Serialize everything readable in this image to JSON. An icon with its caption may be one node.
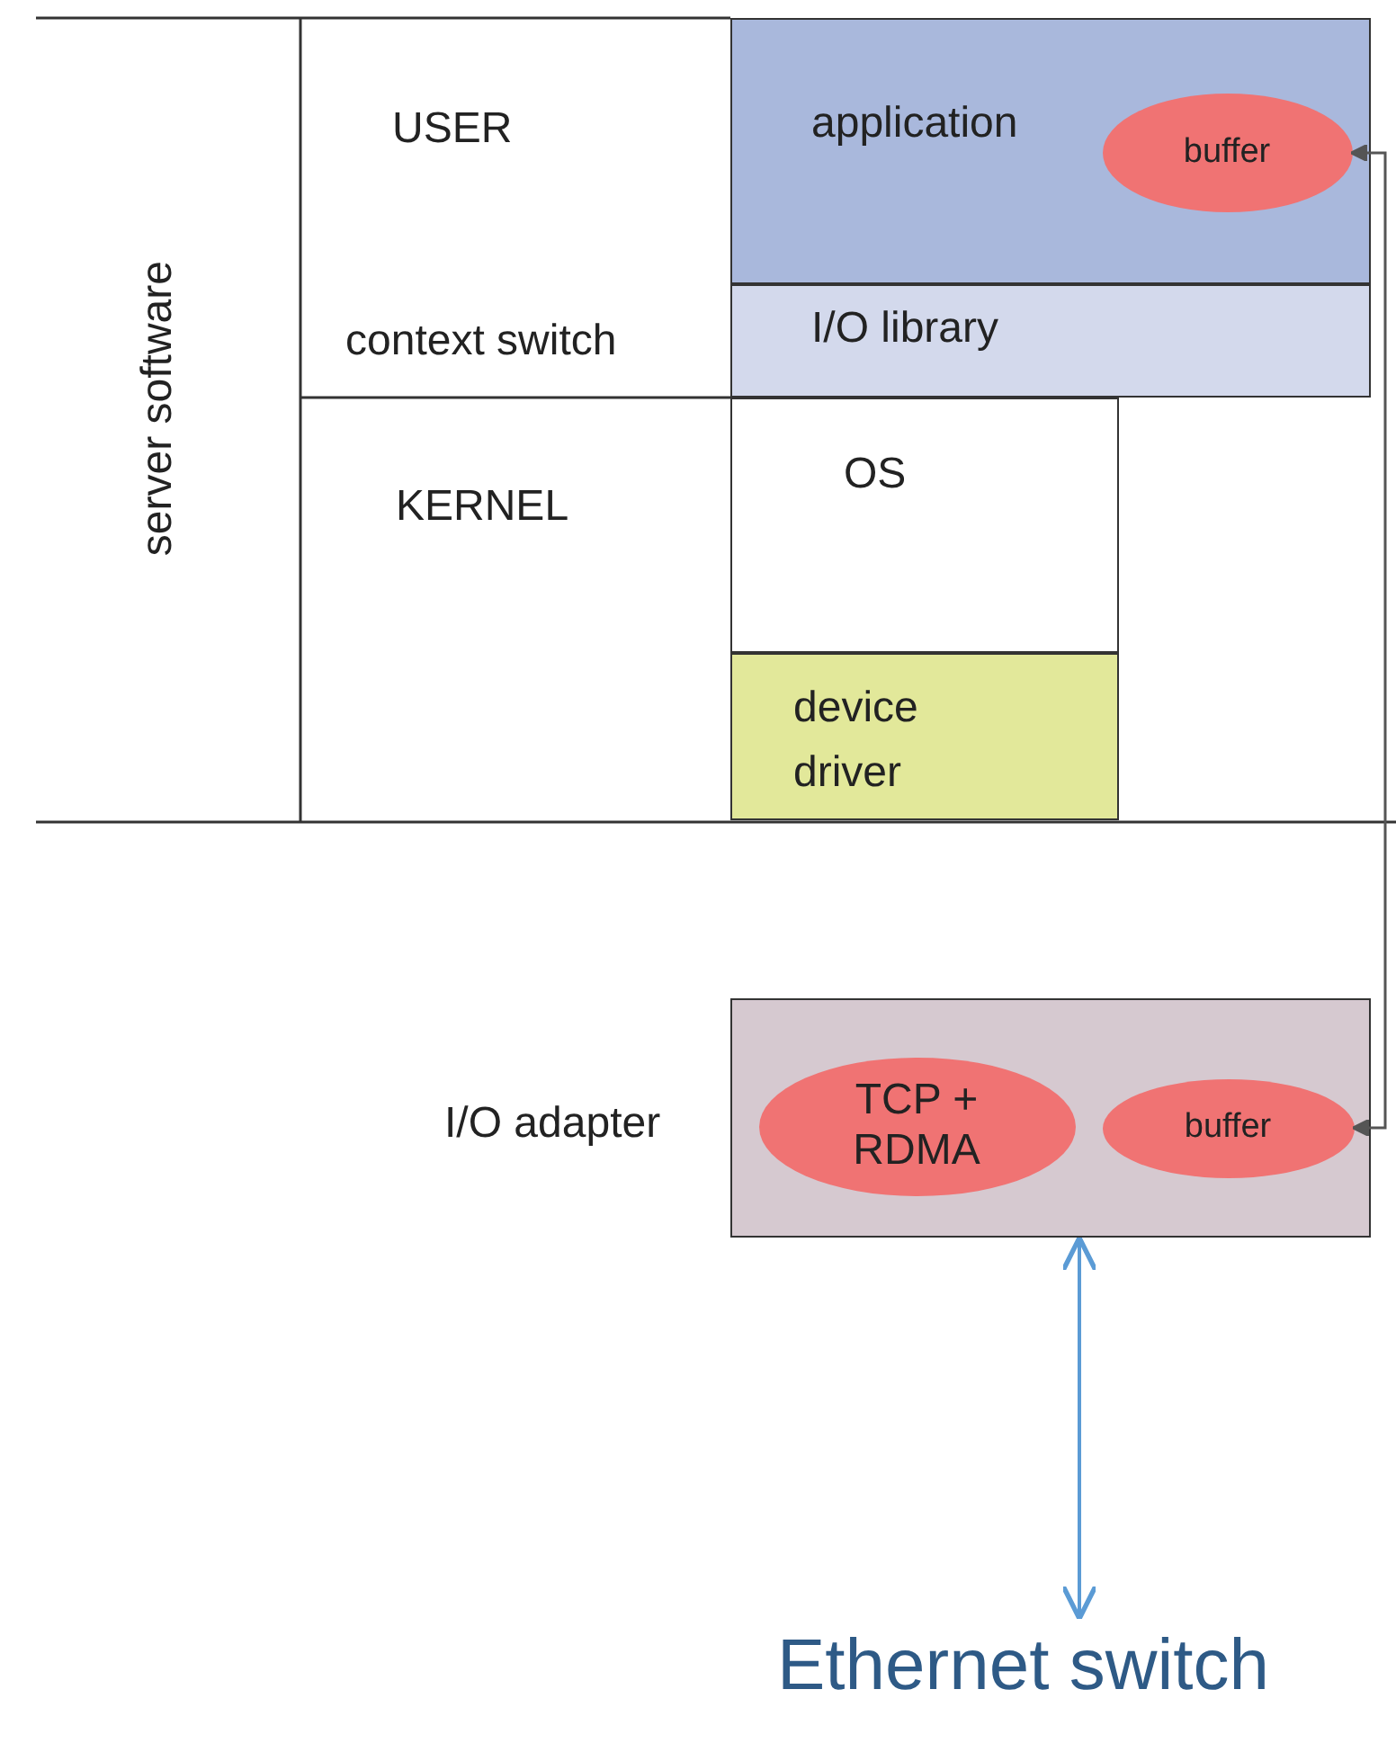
{
  "diagram": {
    "nodes": [
      {
        "text": [
          "application"
        ]
      },
      {
        "text": [
          "buffer"
        ],
        "in": 0
      },
      {
        "text": [
          "I/O library"
        ]
      },
      {
        "text": [
          "OS"
        ]
      },
      {
        "text": [
          "device driver"
        ]
      },
      {
        "text": [],
        "shape": "box",
        "beside": [
          "I/O adapter"
        ]
      },
      {
        "text": [
          "TCP + RDMA"
        ],
        "in": 5
      },
      {
        "text": [
          "buffer"
        ],
        "in": 5
      },
      {
        "text": [
          "Ethernet switch"
        ]
      }
    ],
    "edges": [
      {
        "from": 1,
        "to": 7,
        "arrow": "both"
      },
      {
        "from": 5,
        "to": 8,
        "arrow": "both",
        "color": "#5b9bd5"
      }
    ],
    "labels": [
      "server software",
      "USER",
      "context switch",
      "KERNEL"
    ]
  }
}
